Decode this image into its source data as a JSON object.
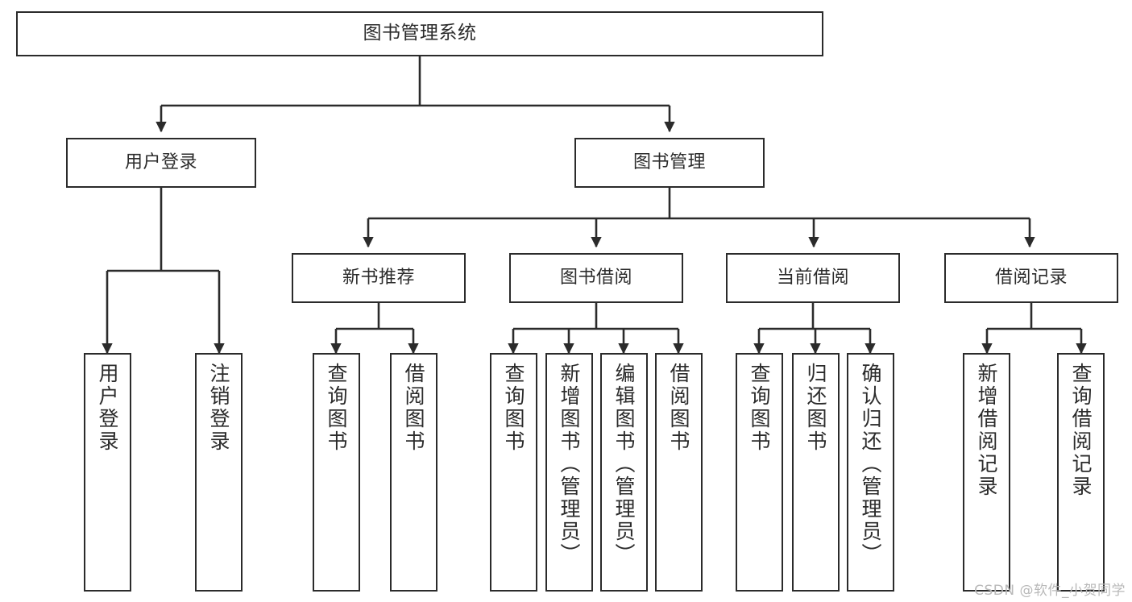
{
  "diagram": {
    "title": "图书管理系统",
    "type": "tree-hierarchy",
    "watermark": "CSDN @软件_小贺同学",
    "colors": {
      "stroke": "#2b2b2b",
      "fill": "#ffffff",
      "background": "#ffffff",
      "watermark": "#b9b9b9"
    }
  },
  "nodes": {
    "root": {
      "label": "图书管理系统"
    },
    "level2": [
      {
        "id": "user-login",
        "label": "用户登录"
      },
      {
        "id": "book-management",
        "label": "图书管理"
      }
    ],
    "level3": [
      {
        "id": "new-book-recommend",
        "label": "新书推荐"
      },
      {
        "id": "book-borrow",
        "label": "图书借阅"
      },
      {
        "id": "current-borrow",
        "label": "当前借阅"
      },
      {
        "id": "borrow-record",
        "label": "借阅记录"
      }
    ],
    "leaves": {
      "user_login": [
        {
          "id": "leaf-user-login",
          "label": "用户登录"
        },
        {
          "id": "leaf-logout",
          "label": "注销登录"
        }
      ],
      "new_book_recommend": [
        {
          "id": "leaf-query-book-1",
          "label": "查询图书"
        },
        {
          "id": "leaf-borrow-book-1",
          "label": "借阅图书"
        }
      ],
      "book_borrow": [
        {
          "id": "leaf-query-book-2",
          "label": "查询图书"
        },
        {
          "id": "leaf-add-book",
          "label": "新增图书（管理员）"
        },
        {
          "id": "leaf-edit-book",
          "label": "编辑图书（管理员）"
        },
        {
          "id": "leaf-borrow-book-2",
          "label": "借阅图书"
        }
      ],
      "current_borrow": [
        {
          "id": "leaf-query-book-3",
          "label": "查询图书"
        },
        {
          "id": "leaf-return-book",
          "label": "归还图书"
        },
        {
          "id": "leaf-confirm-return",
          "label": "确认归还（管理员）"
        }
      ],
      "borrow_record": [
        {
          "id": "leaf-add-record",
          "label": "新增借阅记录"
        },
        {
          "id": "leaf-query-record",
          "label": "查询借阅记录"
        }
      ]
    }
  }
}
